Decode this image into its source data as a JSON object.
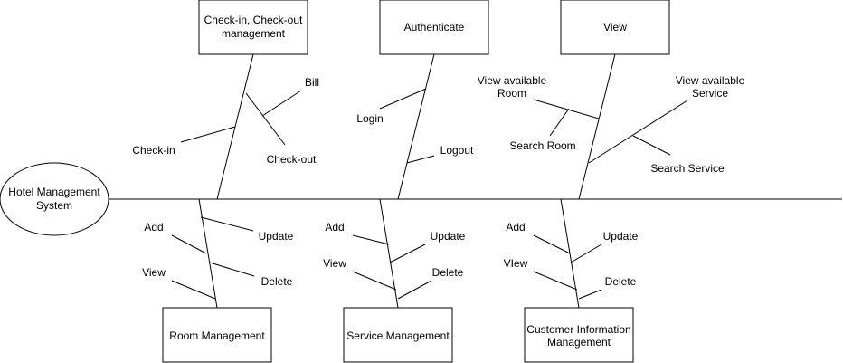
{
  "root": {
    "label_line1": "Hotel Management",
    "label_line2": "System"
  },
  "top_categories": [
    {
      "label_line1": "Check-in, Check-out",
      "label_line2": "management",
      "causes": [
        {
          "label": "Check-in"
        },
        {
          "label": "Check-out",
          "subcauses": [
            {
              "label": "Bill"
            }
          ]
        }
      ]
    },
    {
      "label_line1": "Authenticate",
      "causes": [
        {
          "label": "Login"
        },
        {
          "label": "Logout"
        }
      ]
    },
    {
      "label_line1": "View",
      "causes": [
        {
          "label_line1": "View available",
          "label_line2": "Room",
          "subcauses": [
            {
              "label": "Search Room"
            }
          ]
        },
        {
          "label_line1": "View available",
          "label_line2": "Service",
          "subcauses": [
            {
              "label": "Search Service"
            }
          ]
        }
      ]
    }
  ],
  "bottom_categories": [
    {
      "label_line1": "Room Management",
      "causes": [
        {
          "label": "Add"
        },
        {
          "label": "Update"
        },
        {
          "label": "View"
        },
        {
          "label": "Delete"
        }
      ]
    },
    {
      "label_line1": "Service Management",
      "causes": [
        {
          "label": "Add"
        },
        {
          "label": "Update"
        },
        {
          "label": "View"
        },
        {
          "label": "Delete"
        }
      ]
    },
    {
      "label_line1": "Customer Information",
      "label_line2": "Management",
      "causes": [
        {
          "label": "Add"
        },
        {
          "label": "Update"
        },
        {
          "label": "VIew"
        },
        {
          "label": "Delete"
        }
      ]
    }
  ]
}
